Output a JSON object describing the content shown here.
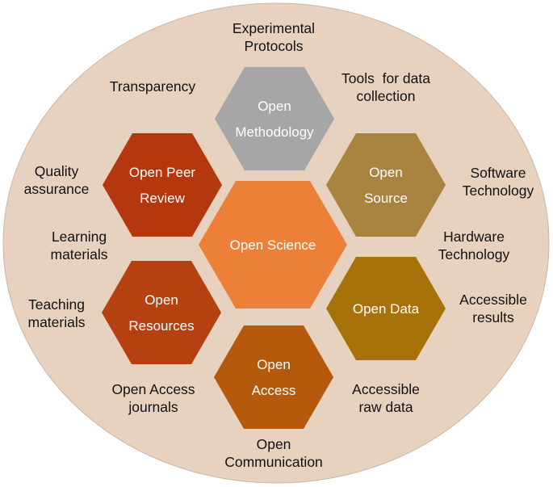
{
  "diagram": {
    "background_color": "#e7d2bf",
    "hexagons": [
      {
        "id": "center",
        "lines": [
          "Open Science"
        ],
        "color": "#ec8039"
      },
      {
        "id": "top",
        "lines": [
          "Open",
          "Methodology"
        ],
        "color": "#a6a6a6"
      },
      {
        "id": "upper-left",
        "lines": [
          "Open Peer",
          "Review"
        ],
        "color": "#b5370e"
      },
      {
        "id": "upper-right",
        "lines": [
          "Open",
          "Source"
        ],
        "color": "#a98340"
      },
      {
        "id": "lower-left",
        "lines": [
          "Open",
          "Resources"
        ],
        "color": "#b4410f"
      },
      {
        "id": "lower-right",
        "lines": [
          "Open Data"
        ],
        "color": "#a8720b"
      },
      {
        "id": "bottom",
        "lines": [
          "Open",
          "Access"
        ],
        "color": "#b55a0c"
      }
    ],
    "outer_labels": [
      {
        "id": "experimental-protocols",
        "lines": [
          "Experimental",
          "Protocols"
        ]
      },
      {
        "id": "transparency",
        "lines": [
          "Transparency"
        ]
      },
      {
        "id": "tools-for-data-collection",
        "lines": [
          "Tools  for data",
          "collection"
        ]
      },
      {
        "id": "quality-assurance",
        "lines": [
          "Quality",
          "assurance"
        ]
      },
      {
        "id": "software-technology",
        "lines": [
          "Software",
          "Technology"
        ]
      },
      {
        "id": "learning-materials",
        "lines": [
          "Learning",
          "materials"
        ]
      },
      {
        "id": "hardware-technology",
        "lines": [
          "Hardware",
          "Technology"
        ]
      },
      {
        "id": "teaching-materials",
        "lines": [
          "Teaching",
          "materials"
        ]
      },
      {
        "id": "accessible-results",
        "lines": [
          "Accessible",
          "results"
        ]
      },
      {
        "id": "open-access-journals",
        "lines": [
          "Open Access",
          "journals"
        ]
      },
      {
        "id": "accessible-raw-data",
        "lines": [
          "Accessible",
          "raw data"
        ]
      },
      {
        "id": "open-communication",
        "lines": [
          "Open",
          "Communication"
        ]
      }
    ]
  }
}
